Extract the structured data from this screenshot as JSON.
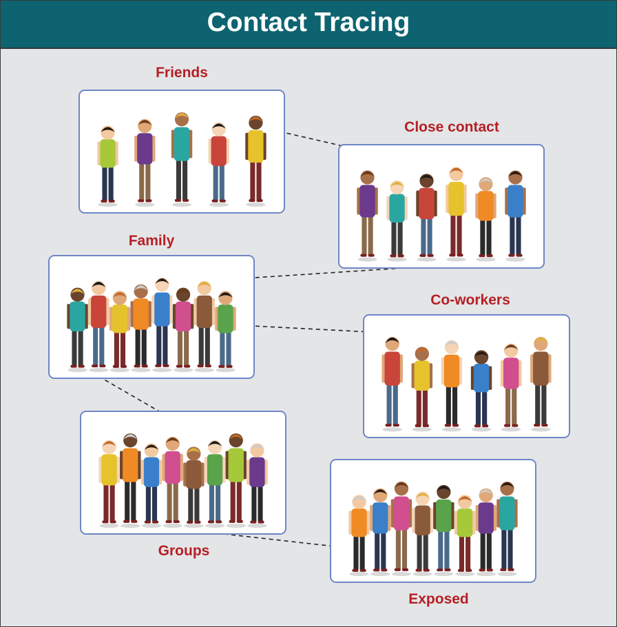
{
  "title": "Contact Tracing",
  "colors": {
    "header": "#0d6470",
    "label": "#b51f24",
    "card_border": "#6d86c6",
    "background": "#e4e5e7"
  },
  "groups": {
    "friends": {
      "label": "Friends",
      "people": 5
    },
    "close_contact": {
      "label": "Close contact",
      "people": 6
    },
    "family": {
      "label": "Family",
      "people": 8
    },
    "coworkers": {
      "label": "Co-workers",
      "people": 6
    },
    "groups": {
      "label": "Groups",
      "people": 8
    },
    "exposed": {
      "label": "Exposed",
      "people": 8
    }
  },
  "connections": [
    [
      "friends",
      "close_contact"
    ],
    [
      "close_contact",
      "family"
    ],
    [
      "family",
      "coworkers"
    ],
    [
      "family",
      "groups"
    ],
    [
      "groups",
      "exposed"
    ]
  ]
}
